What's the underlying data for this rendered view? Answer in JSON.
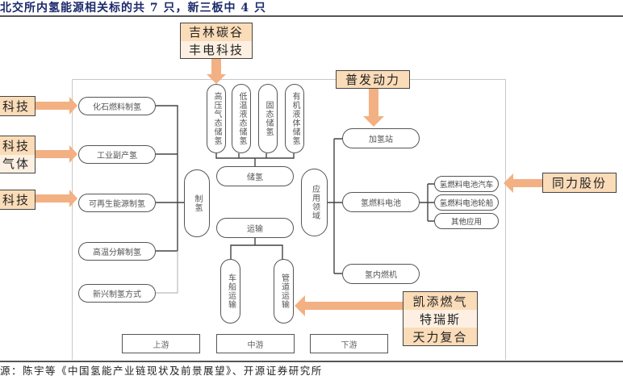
{
  "header": {
    "title": "北交所内氢能源相关标的共 7 只，新三板中 4 只"
  },
  "footer": {
    "source": "源：陈宇等《中国氢能产业链现状及前景展望》、开源证券研究所"
  },
  "colors": {
    "arrow": "#f3b083",
    "company_dark": "#fbdcb8",
    "company_light": "#fdf0e2",
    "title": "#1b2a6b",
    "node_border": "#555555"
  },
  "production": {
    "hub_label": "制氢",
    "methods": [
      {
        "label": "化石燃料制氢"
      },
      {
        "label": "工业副产氢"
      },
      {
        "label": "可再生能源制氢"
      },
      {
        "label": "高温分解制氢"
      },
      {
        "label": "新兴制氢方式"
      }
    ]
  },
  "storage": {
    "hub_label": "储氢",
    "methods": [
      {
        "label": "高压气态储氢"
      },
      {
        "label": "低温液态储氢"
      },
      {
        "label": "固态储氢"
      },
      {
        "label": "有机液体储氢"
      }
    ]
  },
  "transport": {
    "hub_label": "运输",
    "methods": [
      {
        "label": "车船运输"
      },
      {
        "label": "管道运输"
      }
    ]
  },
  "application": {
    "hub_label": "应用领域",
    "items": [
      {
        "label": "加氢站"
      },
      {
        "label": "氢燃料电池"
      },
      {
        "label": "氢内燃机"
      }
    ],
    "fuel_cell_uses": [
      {
        "label": "氢燃料电池汽车"
      },
      {
        "label": "氢燃料电池轮船"
      },
      {
        "label": "其他应用"
      }
    ]
  },
  "stages": [
    {
      "label": "上游"
    },
    {
      "label": "中游"
    },
    {
      "label": "下游"
    }
  ],
  "companies": {
    "fossil": [
      "科技"
    ],
    "industrial": [
      "科技",
      "气体"
    ],
    "renewable": [
      "科技"
    ],
    "high_pressure_storage": [
      "吉林碳谷",
      "丰电科技"
    ],
    "hydrogen_station": [
      "普发动力"
    ],
    "fuel_cell_vehicle": [
      "同力股份"
    ],
    "pipeline": [
      "凯添燃气",
      "特瑞斯",
      "天力复合"
    ]
  }
}
